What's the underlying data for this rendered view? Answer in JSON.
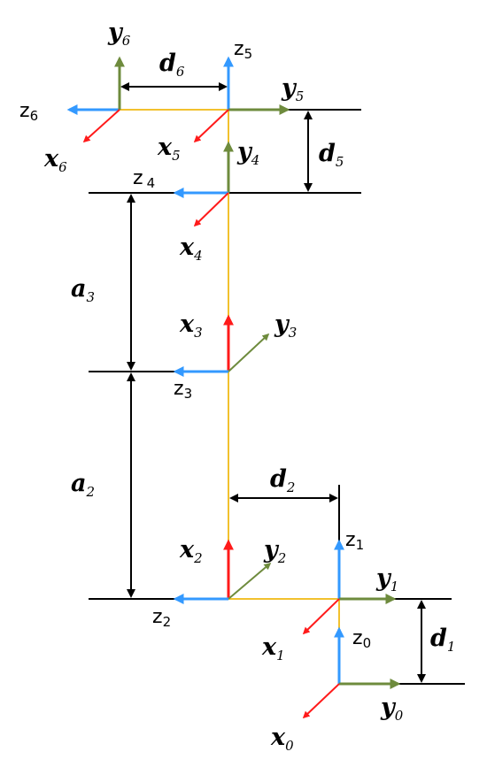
{
  "colors": {
    "z_axis": "#3399ff",
    "y_axis": "#6e8b3d",
    "x_axis": "#ff1a1a",
    "link": "#f2c12e",
    "dimension": "#000000",
    "reference_line": "#000000"
  },
  "labels": {
    "z6": {
      "base": "z",
      "sub": "6"
    },
    "y6": {
      "base": "y",
      "sub": "6"
    },
    "x6": {
      "base": "x",
      "sub": "6"
    },
    "z5": {
      "base": "z",
      "sub": "5"
    },
    "y5": {
      "base": "y",
      "sub": "5"
    },
    "x5": {
      "base": "x",
      "sub": "5"
    },
    "z4": {
      "base": "z",
      "sub": "4"
    },
    "y4": {
      "base": "y",
      "sub": "4"
    },
    "x4": {
      "base": "x",
      "sub": "4"
    },
    "z3": {
      "base": "z",
      "sub": "3"
    },
    "y3": {
      "base": "y",
      "sub": "3"
    },
    "x3": {
      "base": "x",
      "sub": "3"
    },
    "z2": {
      "base": "z",
      "sub": "2"
    },
    "y2": {
      "base": "y",
      "sub": "2"
    },
    "x2": {
      "base": "x",
      "sub": "2"
    },
    "z1": {
      "base": "z",
      "sub": "1"
    },
    "y1": {
      "base": "y",
      "sub": "1"
    },
    "x1": {
      "base": "x",
      "sub": "1"
    },
    "z0": {
      "base": "z",
      "sub": "0"
    },
    "y0": {
      "base": "y",
      "sub": "0"
    },
    "x0": {
      "base": "x",
      "sub": "0"
    },
    "d6": {
      "base": "d",
      "sub": "6"
    },
    "d5": {
      "base": "d",
      "sub": "5"
    },
    "d2": {
      "base": "d",
      "sub": "2"
    },
    "d1": {
      "base": "d",
      "sub": "1"
    },
    "a3": {
      "base": "a",
      "sub": "3"
    },
    "a2": {
      "base": "a",
      "sub": "2"
    }
  }
}
